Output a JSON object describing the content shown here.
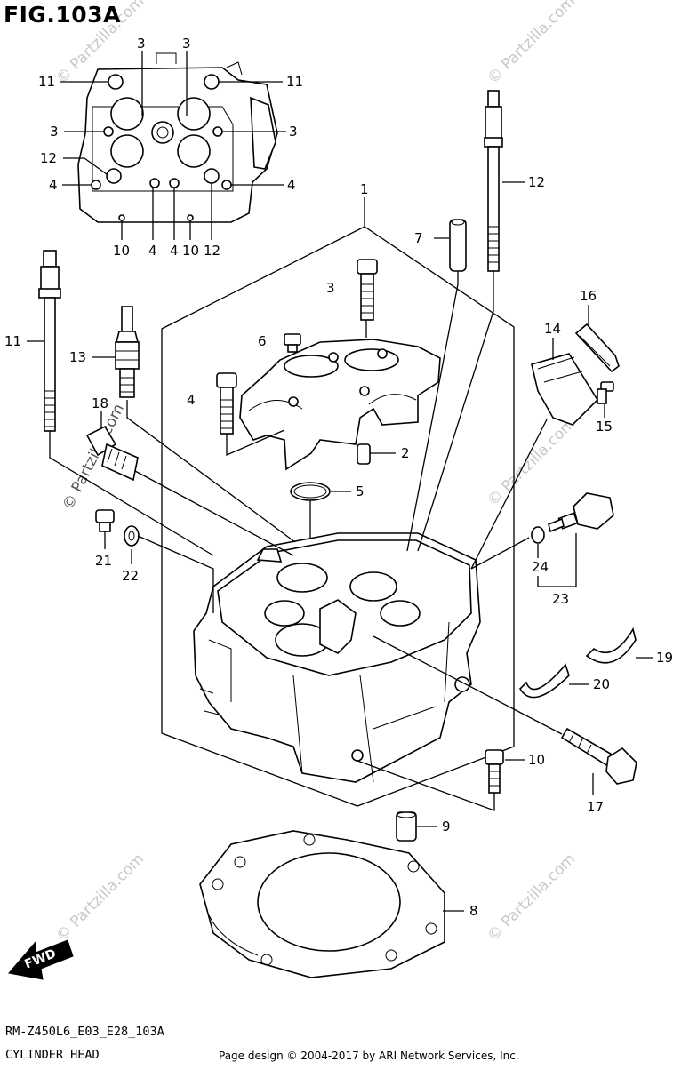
{
  "figure": {
    "title": "FIG.103A",
    "code": "RM-Z450L6_E03_E28_103A",
    "name": "CYLINDER HEAD",
    "copyright": "Page design © 2004-2017 by ARI Network Services, Inc."
  },
  "watermark": {
    "text": "© Partzilla.com"
  },
  "arrow": {
    "label": "FWD"
  },
  "callouts": {
    "c1": "1",
    "c2": "2",
    "c3": "3",
    "c4": "4",
    "c5": "5",
    "c6": "6",
    "c7": "7",
    "c8": "8",
    "c9": "9",
    "c10": "10",
    "c11": "11",
    "c12": "12",
    "c13": "13",
    "c14": "14",
    "c15": "15",
    "c16": "16",
    "c17": "17",
    "c18": "18",
    "c19": "19",
    "c20": "20",
    "c21": "21",
    "c22": "22",
    "c23": "23",
    "c24": "24"
  }
}
